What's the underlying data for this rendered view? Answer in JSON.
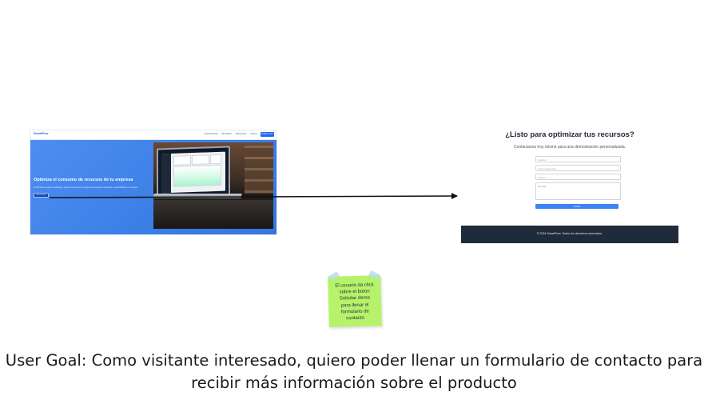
{
  "landing_page": {
    "brand": "SmartFlow",
    "nav_links": [
      "Características",
      "Beneficios",
      "Testimonios",
      "Precios"
    ],
    "nav_button": "Solicitar demo",
    "hero_title": "Optimiza el consumo de recursos de tu empresa",
    "hero_subtitle": "SmartFlow te ayuda a monitorear y reducir el consumo de energía, aumentando la eficiencia y sostenibilidad en tu negocio.",
    "hero_button": "Solicitar demo"
  },
  "contact_page": {
    "title": "¿Listo para optimizar tus recursos?",
    "subtitle": "Contáctanos hoy mismo para una demostración personalizada.",
    "fields": [
      {
        "placeholder": "Nombre"
      },
      {
        "placeholder": "Correo electrónico"
      },
      {
        "placeholder": "Teléfono"
      }
    ],
    "message_placeholder": "Mensaje",
    "submit_label": "Enviar",
    "footer": "© 2024 SmartFlow. Todos los derechos reservados."
  },
  "sticky_note": {
    "text": "El usuario da click\nsobre el boton\nSolicitar demo\npara llenar el\nformulario de\ncontacto",
    "color": "#b6f36a"
  },
  "user_goal": "User Goal: Como visitante interesado, quiero poder llenar un formulario de contacto para recibir más información sobre el producto",
  "colors": {
    "hero_blue": "#4e8ef2",
    "footer_dark": "#1f2a3a",
    "submit_blue": "#3b82f6"
  }
}
